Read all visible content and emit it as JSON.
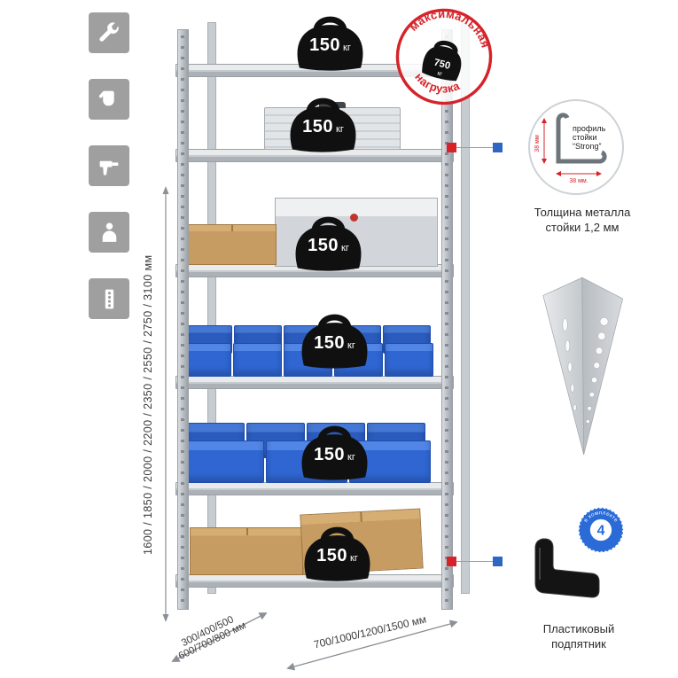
{
  "colors": {
    "accent_red": "#d6232a",
    "accent_blue": "#2f66c4",
    "bin_blue": "#2f66d2",
    "metal_gray": "#c6cbcf",
    "icon_tile_gray": "#9f9f9f",
    "weight_black": "#101010",
    "carton_tan": "#c69c62"
  },
  "left_toolbar": {
    "icons": [
      "wrench-icon",
      "gloves-icon",
      "drill-icon",
      "person-icon",
      "perforated-post-icon"
    ]
  },
  "dimensions": {
    "height": "1600 / 1850 / 2000 / 2200 / 2350 / 2550 / 2750 / 3100 мм",
    "depth_line1": "300/400/500",
    "depth_line2": "600/700/800 мм",
    "width": "700/1000/1200/1500 мм"
  },
  "shelves": [
    {
      "load": "150",
      "unit": "кг"
    },
    {
      "load": "150",
      "unit": "кг"
    },
    {
      "load": "150",
      "unit": "кг"
    },
    {
      "load": "150",
      "unit": "кг"
    },
    {
      "load": "150",
      "unit": "кг"
    },
    {
      "load": "150",
      "unit": "кг"
    }
  ],
  "stamp": {
    "top": "максимальная",
    "bottom": "нагрузка",
    "value": "750",
    "unit": "кг"
  },
  "profile": {
    "line1": "профиль",
    "line2": "стойки",
    "line3": "“Strong”",
    "dim_v": "38 мм",
    "dim_h": "38 мм.",
    "caption1": "Толщина металла",
    "caption2": "стойки 1,2 мм"
  },
  "foot": {
    "badge_value": "4",
    "badge_text": "в комплекте",
    "caption1": "Пластиковый",
    "caption2": "подпятник"
  }
}
